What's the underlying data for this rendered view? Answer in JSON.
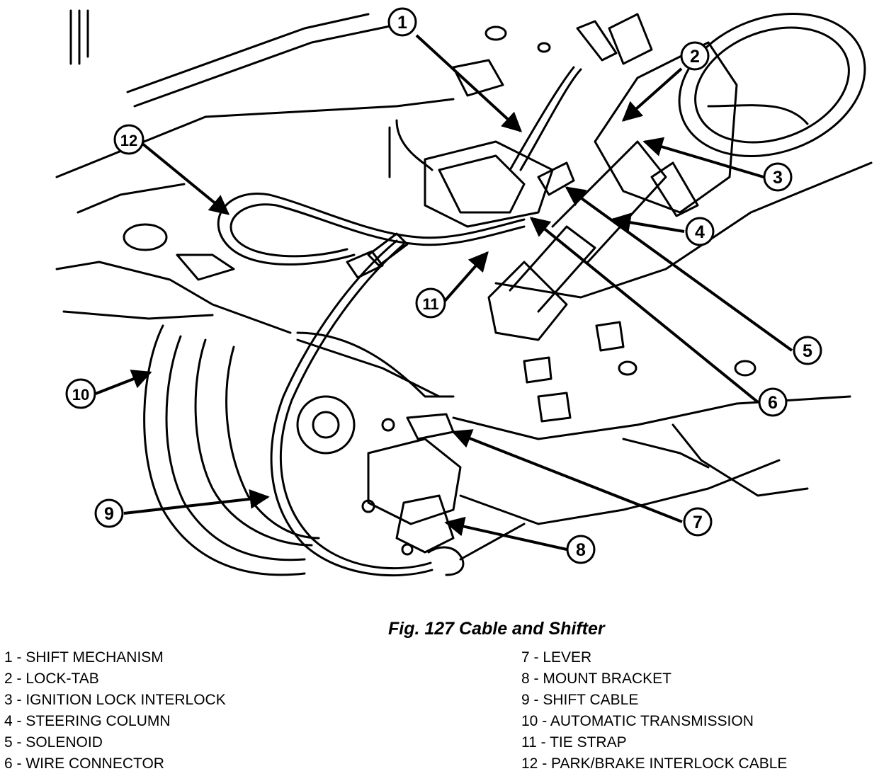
{
  "callouts": [
    {
      "id": "callout-1",
      "label": "1"
    },
    {
      "id": "callout-2",
      "label": "2"
    },
    {
      "id": "callout-3",
      "label": "3"
    },
    {
      "id": "callout-4",
      "label": "4"
    },
    {
      "id": "callout-5",
      "label": "5"
    },
    {
      "id": "callout-6",
      "label": "6"
    },
    {
      "id": "callout-7",
      "label": "7"
    },
    {
      "id": "callout-8",
      "label": "8"
    },
    {
      "id": "callout-9",
      "label": "9"
    },
    {
      "id": "callout-10",
      "label": "10"
    },
    {
      "id": "callout-11",
      "label": "11"
    },
    {
      "id": "callout-12",
      "label": "12"
    }
  ],
  "caption": "Fig. 127 Cable and Shifter",
  "legend": {
    "left": [
      "1 - SHIFT MECHANISM",
      "2 - LOCK-TAB",
      "3 - IGNITION LOCK INTERLOCK",
      "4 - STEERING COLUMN",
      "5 - SOLENOID",
      "6 - WIRE CONNECTOR"
    ],
    "right": [
      "7 - LEVER",
      "8 - MOUNT BRACKET",
      "9 - SHIFT CABLE",
      "10 - AUTOMATIC TRANSMISSION",
      "11 - TIE STRAP",
      "12 - PARK/BRAKE INTERLOCK CABLE"
    ]
  }
}
